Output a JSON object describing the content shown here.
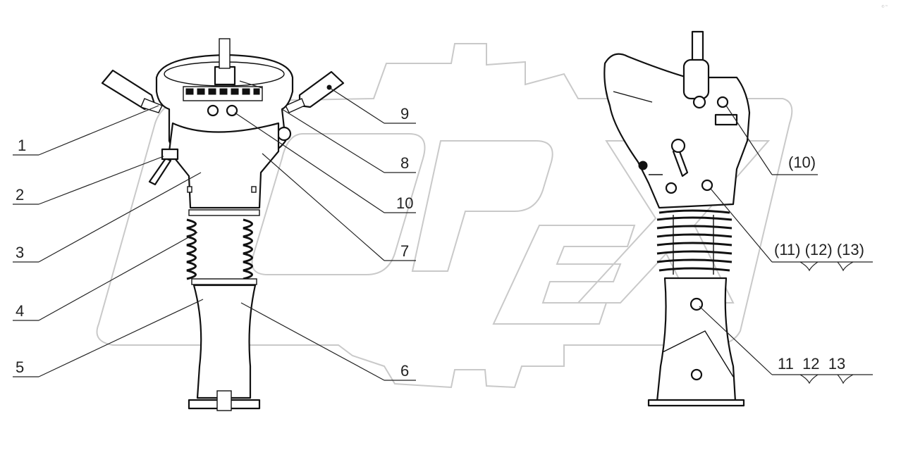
{
  "watermark": "©™ ",
  "background_logo": "OPEX",
  "callouts_front": [
    {
      "label": "1"
    },
    {
      "label": "2"
    },
    {
      "label": "3"
    },
    {
      "label": "4"
    },
    {
      "label": "5"
    },
    {
      "label": "6"
    },
    {
      "label": "7"
    },
    {
      "label": "8"
    },
    {
      "label": "9"
    },
    {
      "label": "10"
    }
  ],
  "callouts_side": [
    {
      "label": "(10)"
    },
    {
      "label": "(11) (12) (13)"
    },
    {
      "label": "11  12  13"
    }
  ]
}
